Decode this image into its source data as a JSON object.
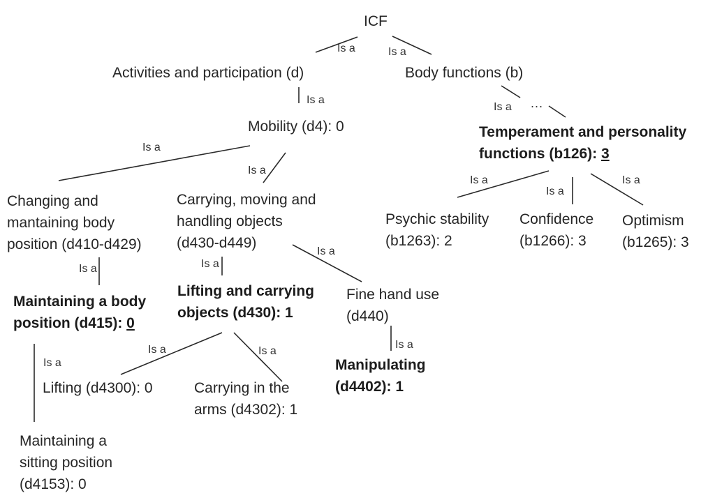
{
  "relation_label": "Is a",
  "ellipsis": "...",
  "nodes": {
    "icf": "ICF",
    "activities": "Activities and participation (d)",
    "body_functions": "Body functions (b)",
    "mobility": "Mobility (d4): 0",
    "temperament": {
      "line1": "Temperament and personality",
      "line2_prefix": "functions (b126): ",
      "line2_value": "3"
    },
    "changing": {
      "line1": "Changing and",
      "line2": "mantaining body",
      "line3": "position (d410-d429)"
    },
    "carrying": {
      "line1": "Carrying, moving and",
      "line2": "handling objects",
      "line3": "(d430-d449)"
    },
    "psychic": {
      "line1": "Psychic stability",
      "line2": "(b1263):  2"
    },
    "confidence": {
      "line1": "Confidence",
      "line2": "(b1266): 3"
    },
    "optimism": {
      "line1": "Optimism",
      "line2": "(b1265): 3"
    },
    "maintaining": {
      "line1": "Maintaining a body",
      "line2_prefix": "position (d415): ",
      "line2_value": "0"
    },
    "lifting_carrying": {
      "line1": "Lifting  and carrying",
      "line2": "objects (d430): 1"
    },
    "fine_hand": {
      "line1": "Fine hand use",
      "line2": "(d440)"
    },
    "lifting": "Lifting (d4300): 0",
    "carrying_arms": {
      "line1": "Carrying in the",
      "line2": "arms (d4302): 1"
    },
    "manipulating": {
      "line1": "Manipulating",
      "line2": "(d4402): 1"
    },
    "sitting": {
      "line1": "Maintaining a",
      "line2": "sitting position",
      "line3": "(d4153):  0"
    }
  }
}
